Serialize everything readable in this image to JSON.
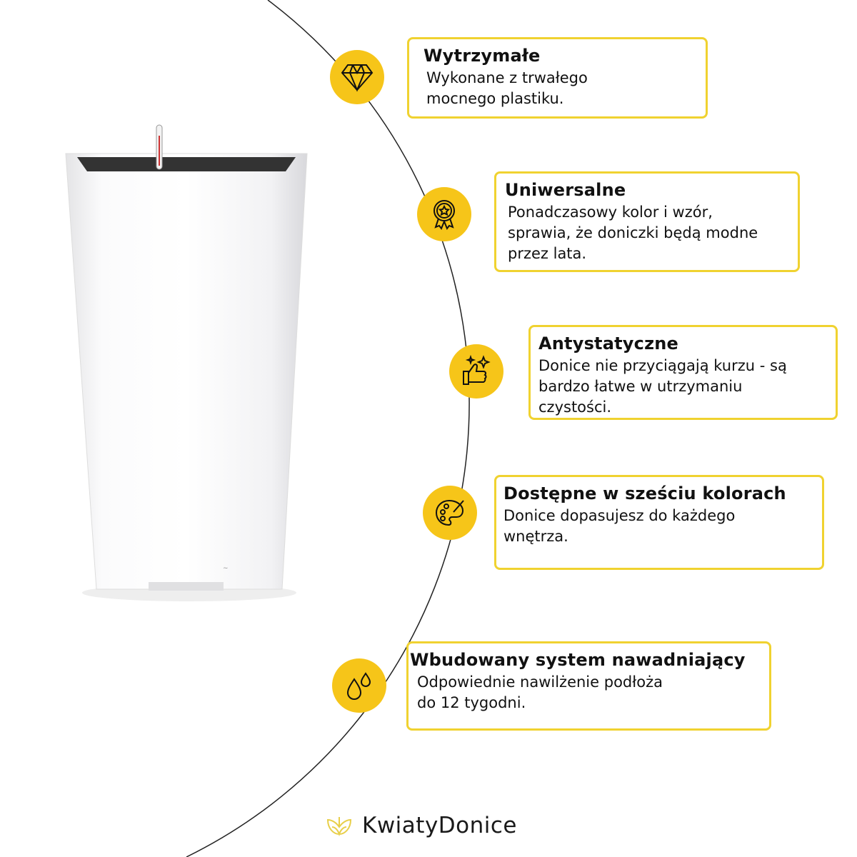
{
  "features": [
    {
      "title": "Wytrzymałe",
      "text": "Wykonane z trwałego\nmocnego plastiku.",
      "icon": "diamond-icon"
    },
    {
      "title": "Uniwersalne",
      "text": "Ponadczasowy kolor i wzór,\nsprawia, że doniczki będą modne\nprzez lata.",
      "icon": "award-badge-icon"
    },
    {
      "title": "Antystatyczne",
      "text": "Donice nie przyciągają kurzu - są\nbardzo łatwe w utrzymaniu\nczystości.",
      "icon": "sparkle-thumbs-up-icon"
    },
    {
      "title": "Dostępne w sześciu kolorach",
      "text": "Donice dopasujesz do każdego\nwnętrza.",
      "icon": "palette-icon"
    },
    {
      "title": "Wbudowany system nawadniający",
      "text": "Odpowiednie nawilżenie podłoża\ndo 12 tygodni.",
      "icon": "water-drops-icon"
    }
  ],
  "brand": {
    "name": "KwiatyDonice",
    "accent": "#f6c519",
    "border": "#f0d230"
  }
}
